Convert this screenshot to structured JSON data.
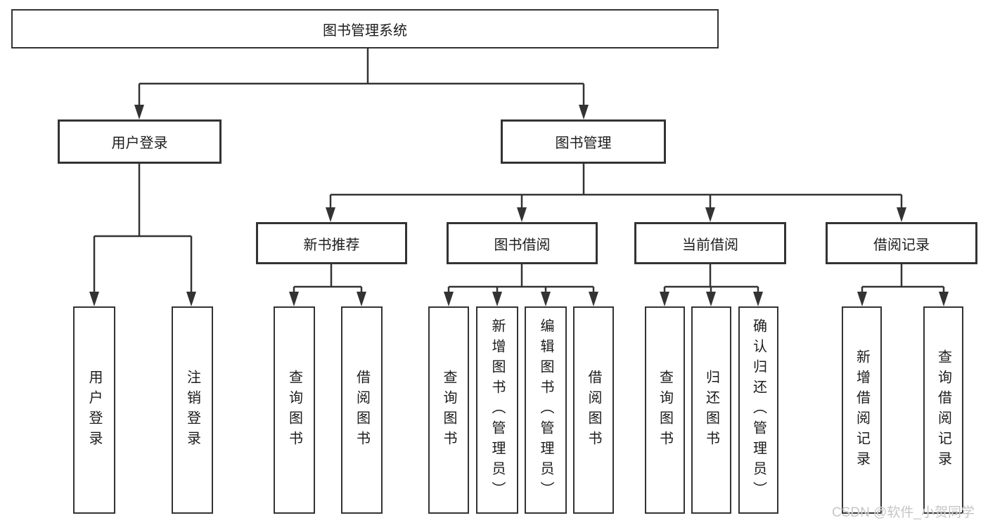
{
  "page": {
    "background_color": "#ffffff",
    "line_color": "#333333",
    "text_color": "#1c1c1c"
  },
  "watermark": {
    "text": "CSDN @软件_小贺同学",
    "color": "#c6c6c6"
  },
  "tree": {
    "root": {
      "label": "图书管理系统"
    },
    "level2": [
      {
        "label": "用户登录"
      },
      {
        "label": "图书管理"
      }
    ],
    "level3": [
      {
        "label": "新书推荐"
      },
      {
        "label": "图书借阅"
      },
      {
        "label": "当前借阅"
      },
      {
        "label": "借阅记录"
      }
    ],
    "leaves": {
      "login": [
        {
          "label": "用户登录"
        },
        {
          "label": "注销登录"
        }
      ],
      "recommend": [
        {
          "label": "查询图书"
        },
        {
          "label": "借阅图书"
        }
      ],
      "borrow": [
        {
          "label": "查询图书"
        },
        {
          "label": "新增图书（管理员）"
        },
        {
          "label": "编辑图书（管理员）"
        },
        {
          "label": "借阅图书"
        }
      ],
      "current": [
        {
          "label": "查询图书"
        },
        {
          "label": "归还图书"
        },
        {
          "label": "确认归还（管理员）"
        }
      ],
      "records": [
        {
          "label": "新增借阅记录"
        },
        {
          "label": "查询借阅记录"
        }
      ]
    }
  }
}
